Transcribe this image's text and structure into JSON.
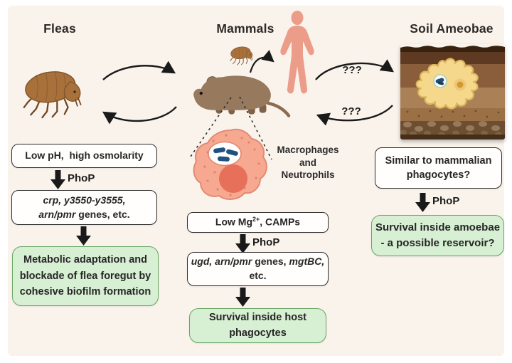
{
  "headers": {
    "fleas": "Fleas",
    "mammals": "Mammals",
    "soil_amoebae": "Soil Ameobae"
  },
  "cycle_labels": {
    "mammal_to_soil": "???",
    "soil_to_mammal": "???"
  },
  "macrophage_label": {
    "line1": "Macrophages",
    "line2": "and",
    "line3": "Neutrophils"
  },
  "flea_column": {
    "trigger": "Low pH,  high osmolarity",
    "phop": "PhoP",
    "genes_line1": "crp, y3550-y3555,",
    "genes_line2_italic": "arn/pmr",
    "genes_line2_rest": " genes, etc.",
    "result_line1": "Metabolic adaptation and",
    "result_line2": "blockade of flea foregut by",
    "result_line3": "cohesive biofilm formation"
  },
  "mammal_column": {
    "trigger_pre": "Low Mg",
    "trigger_sup": "2+",
    "trigger_post": ", CAMPs",
    "phop": "PhoP",
    "genes_seg1_italic": "ugd, arn/pmr",
    "genes_seg2": " genes, ",
    "genes_seg3_italic": "mgtBC,",
    "genes_line2": "etc.",
    "result_line1": "Survival inside host",
    "result_line2": "phagocytes"
  },
  "amoeba_column": {
    "question_line1": "Similar to mammalian",
    "question_line2": "phagocytes?",
    "phop": "PhoP",
    "result_line1": "Survival inside amoebae",
    "result_line2": "- a possible reservoir?"
  },
  "colors": {
    "canvas_bg": "#faf3ec",
    "box_border": "#2e2e2e",
    "green_fill": "#d7efd3",
    "green_border": "#67a763",
    "arrow_black": "#1a1a1a",
    "salmon": "#ec9d89",
    "macrophage_fill": "#f6a891",
    "nucleus_red": "#e7705a",
    "bacteria_blue": "#205180",
    "flea_brown": "#a8713c",
    "rodent_brown": "#97795e",
    "amoeba_yellow": "#f5d88c"
  }
}
